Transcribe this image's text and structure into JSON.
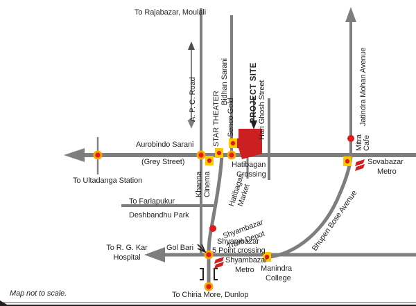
{
  "map": {
    "caption": "Map not to scale.",
    "project_site_label": "PROJECT SITE",
    "colors": {
      "road": "#7e7e7e",
      "road_dark": "#6b6b6b",
      "project_site": "#cc1f22",
      "marker_square_fill": "#fdc800",
      "marker_dot": "#e01b1b",
      "marker_junction_ring": "#f5a800",
      "text": "#231f20",
      "metro_logo": "#cc1f22",
      "background": "#ffffff"
    },
    "roads": [
      {
        "name": "A. P. C. Road",
        "label": "A. P. C. Road",
        "orientation": "vertical"
      },
      {
        "name": "Bidhan Sarani",
        "label": "Bidhan Sarani",
        "orientation": "vertical"
      },
      {
        "name": "Hari Ghosh Street",
        "label": "Hari Ghosh Street",
        "orientation": "vertical"
      },
      {
        "name": "Jatindra Mohan Avenue",
        "label": "Jatindra Mohan Avenue",
        "orientation": "vertical"
      },
      {
        "name": "Aurobindo Sarani",
        "label": "Aurobindo Sarani",
        "orientation": "horizontal"
      },
      {
        "name": "Grey Street",
        "label": "(Grey Street)",
        "orientation": "horizontal"
      },
      {
        "name": "Bhupen Bose Avenue",
        "label": "Bhupen Bose Avenue",
        "orientation": "diagonal"
      }
    ],
    "destinations": [
      {
        "key": "rajabazar",
        "label": "To Rajabazar, Moulali"
      },
      {
        "key": "ultadanga",
        "label": "To Ultadanga Station"
      },
      {
        "key": "fariapukur",
        "label": "To Fariapukur"
      },
      {
        "key": "deshbandhu",
        "label": "Deshbandhu Park"
      },
      {
        "key": "rgkar_line1",
        "label": "To R. G. Kar"
      },
      {
        "key": "rgkar_line2",
        "label": "Hospital"
      },
      {
        "key": "chiria",
        "label": "To Chiria More, Dunlop"
      }
    ],
    "places": [
      {
        "key": "star_theater",
        "label": "STAR THEATER",
        "type": "landmark"
      },
      {
        "key": "senco_gold",
        "label": "Senco Gold",
        "type": "landmark"
      },
      {
        "key": "khanna_cinema_1",
        "label": "Khanna",
        "type": "landmark"
      },
      {
        "key": "khanna_cinema_2",
        "label": "Cinema",
        "type": "landmark"
      },
      {
        "key": "hatibagan_crossing_1",
        "label": "Hatibagan",
        "type": "crossing"
      },
      {
        "key": "hatibagan_crossing_2",
        "label": "Crossing",
        "type": "crossing"
      },
      {
        "key": "hatibagan_market_1",
        "label": "Hatibagan",
        "type": "market"
      },
      {
        "key": "hatibagan_market_2",
        "label": "Market",
        "type": "market"
      },
      {
        "key": "shyambazar_tram_1",
        "label": "Shyambazar",
        "type": "tram-depot"
      },
      {
        "key": "shyambazar_tram_2",
        "label": "Tram Depot",
        "type": "tram-depot"
      },
      {
        "key": "shyambazar_5point_1",
        "label": "Shyambazar",
        "type": "crossing"
      },
      {
        "key": "shyambazar_5point_2",
        "label": "5 Point crossing",
        "type": "crossing"
      },
      {
        "key": "gol_bari",
        "label": "Gol Bari",
        "type": "landmark"
      },
      {
        "key": "mitra_cafe_1",
        "label": "Mitra",
        "type": "landmark"
      },
      {
        "key": "mitra_cafe_2",
        "label": "Cafe",
        "type": "landmark"
      },
      {
        "key": "sovabazar_metro_1",
        "label": "Sovabazar",
        "type": "metro"
      },
      {
        "key": "sovabazar_metro_2",
        "label": "Metro",
        "type": "metro"
      },
      {
        "key": "shyambazar_metro_1",
        "label": "Shyambazar",
        "type": "metro"
      },
      {
        "key": "shyambazar_metro_2",
        "label": "Metro",
        "type": "metro"
      },
      {
        "key": "manindra_college_1",
        "label": "Manindra",
        "type": "college"
      },
      {
        "key": "manindra_college_2",
        "label": "College",
        "type": "college"
      }
    ]
  }
}
